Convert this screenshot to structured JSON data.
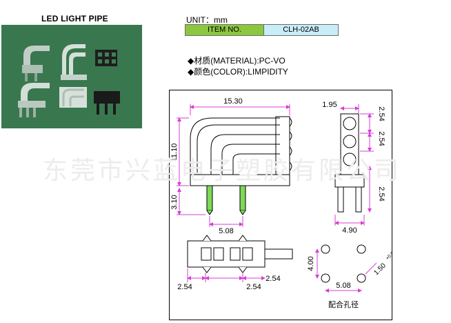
{
  "header": {
    "product_title": "LED LIGHT PIPE",
    "unit_label": "UNIT：mm",
    "item_label": "ITEM NO.",
    "item_value": "CLH-02AB"
  },
  "specs": {
    "material": "◆材质(MATERIAL):PC-VO",
    "color": "◆颜色(COLOR):LIMPIDITY"
  },
  "watermark": "东莞市兴蓝电子塑胶有限公司",
  "dimensions": {
    "side_width": "15.30",
    "side_height": "11.10",
    "pin_length": "3.10",
    "pin_pitch": "5.08",
    "front_offset": "1.95",
    "pitch_a": "2.54",
    "pitch_b": "2.54",
    "pitch_c": "2.54",
    "front_width": "4.90",
    "top_left": "2.54",
    "top_mid": "2.54",
    "top_right": "2.54",
    "hole_vertical": "4.00",
    "hole_diameter": "1.50",
    "hole_tolerance": "+0.05 -0",
    "hole_pitch": "5.08",
    "hole_caption": "配合孔径"
  },
  "colors": {
    "photo_bg": "#3f7f55",
    "item_label_bg": "#8dc63f",
    "item_value_bg": "#c9edf8",
    "dimension_line": "#d63fd6",
    "pin_fill": "#7ed957"
  }
}
